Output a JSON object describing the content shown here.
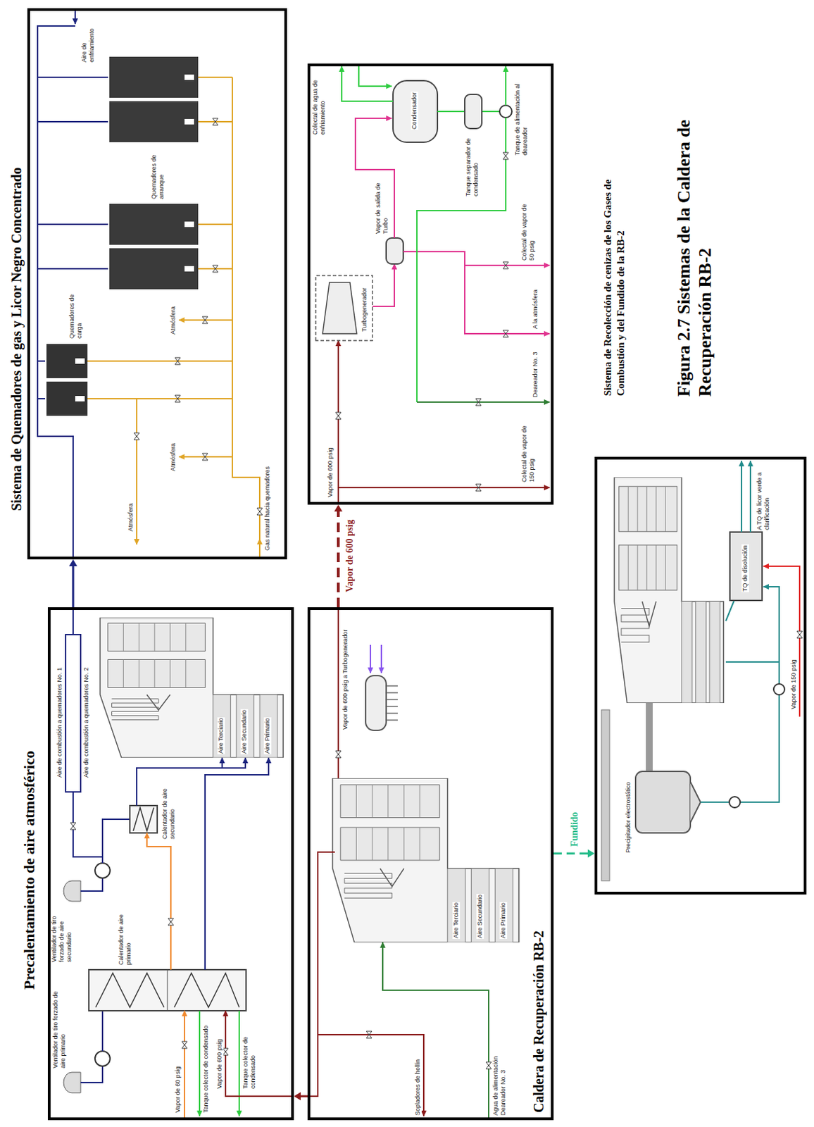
{
  "diagram": {
    "title": "Figura 2.7 Sistemas de la Caldera de Recuperación RB-2",
    "nodes": [
      {
        "text": [
          "Precalentamiento de aire atmosférico",
          "Ventilador de tiro forzado de aire primario",
          "Calentador de aire primario",
          "Ventilador de tiro forzado de aire secundario",
          "Calentador de aire secundario",
          "Aire de combustión a quemadores No. 1",
          "Aire de combustión a quemadores No. 2",
          "Vapor de 60 psig",
          "Tanque colector de condensado",
          "Vapor de 600 psig",
          "Tanque colector de condensado",
          "Aire Terciario",
          "Aire Secundario",
          "Aire Primario"
        ]
      },
      {
        "text": [
          "Sistema de Quemadores de gas y Licor Negro Concentrado",
          "Quemadores de carga",
          "Quemadores de arranque",
          "Aire de enfriamiento",
          "Atmósfera",
          "Atmósfera",
          "Atmósfera",
          "Gas natural hacia quemadores"
        ]
      },
      {
        "text": [
          "Caldera de Recuperación RB-2",
          "Sopladores de hollín",
          "Agua de alimentación Deareador No. 3",
          "Vapor de 600 psig a Turbogenerador",
          "Aire Terciario",
          "Aire Secundario",
          "Aire Primario"
        ]
      },
      {
        "text": [
          "Vapor de 600 psig",
          "Turbogenerador",
          "Vapor de salida de Turbo",
          "Condensador",
          "Colectal de agua de enfriamiento",
          "Tanque separador de condensado",
          "Tanque de alimentación al deareador",
          "Colectal de vapor de 150 psig",
          "Deareador No. 3",
          "A la atmósfera",
          "Colectal de vapor de 50 psig"
        ]
      },
      {
        "text": [
          "Sistema de Recolección de cenizas de los Gases de Combustión y del Fundido de la RB-2",
          "Precipitador electrostático",
          "TQ de disolución",
          "Vapor de 150 psig",
          "A TQ de licor verde a clarificación"
        ]
      }
    ],
    "edges": [
      {
        "from": 0,
        "to": 1,
        "arrow": "to"
      },
      {
        "from": 2,
        "to": 3,
        "label": "Vapor de 600 psig",
        "arrow": "to"
      },
      {
        "from": 2,
        "to": 4,
        "label": "Fundido",
        "arrow": "to"
      },
      {
        "from": 2,
        "to": 0,
        "arrow": "to"
      }
    ]
  }
}
